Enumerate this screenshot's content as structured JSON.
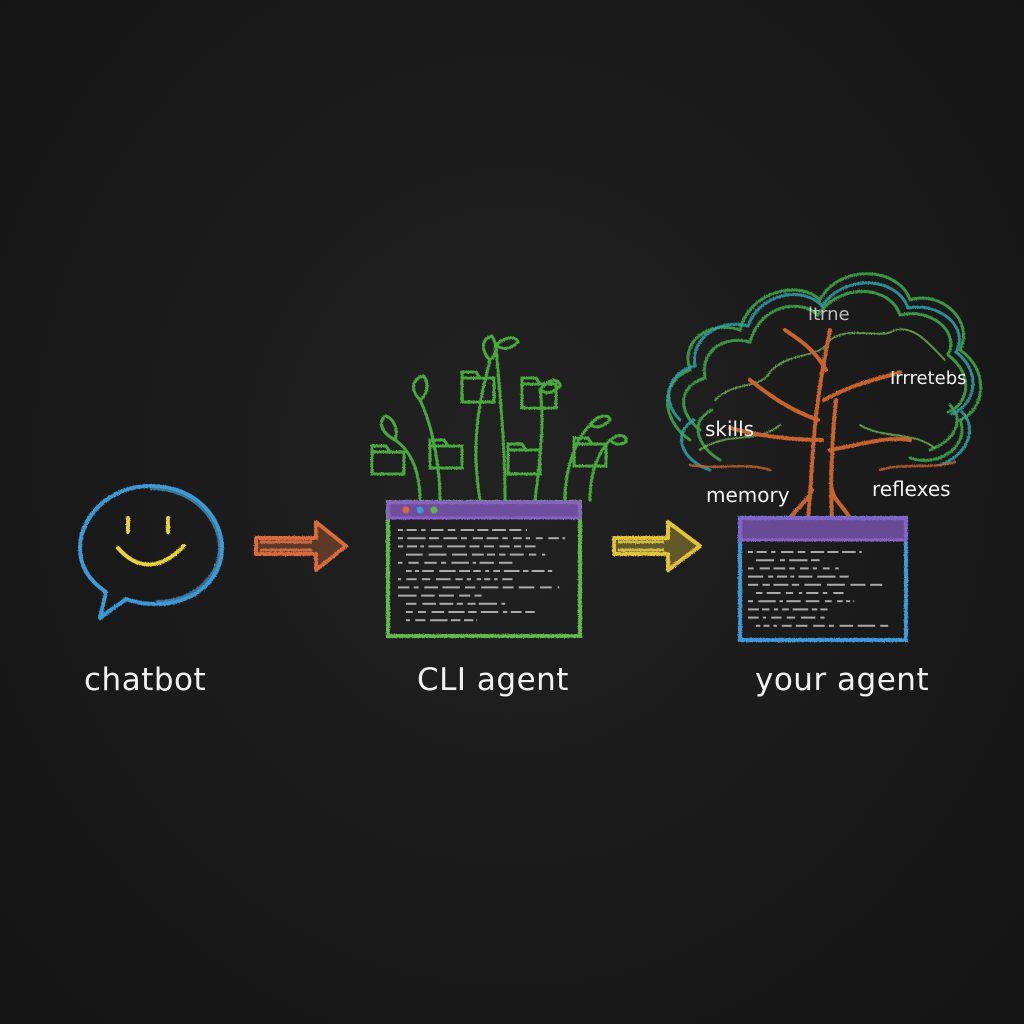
{
  "stages": [
    {
      "label": "chatbot"
    },
    {
      "label": "CLI agent"
    },
    {
      "label": "your agent"
    }
  ],
  "tree_labels": {
    "top": "ltrne",
    "right_top": "Irrretebs",
    "skills": "skills",
    "memory": "memory",
    "reflexes": "reflexes"
  },
  "colors": {
    "background": "#1a1a1a",
    "bubble": "#3c9ad6",
    "smile": "#e8d23a",
    "arrow1": "#d86a3c",
    "arrow2": "#e0c23a",
    "terminal_green": "#5fb848",
    "terminal_purple": "#8a5ec8",
    "terminal_blue": "#3c9ad6",
    "trunk": "#c8642e",
    "foliage_green": "#4caf50",
    "foliage_teal": "#2fa0a8"
  }
}
